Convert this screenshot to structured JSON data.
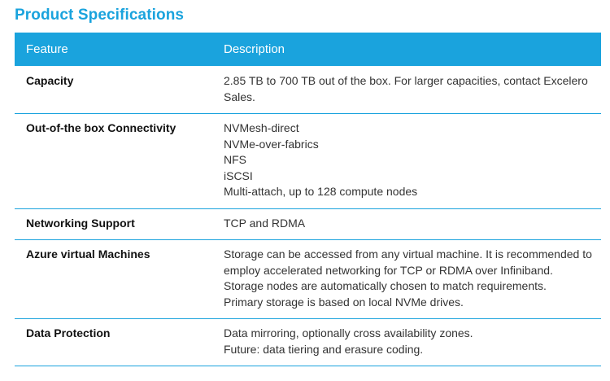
{
  "title": "Product Specifications",
  "table": {
    "headers": [
      "Feature",
      "Description"
    ],
    "rows": [
      {
        "feature": "Capacity",
        "lines": [
          "2.85 TB to 700 TB out of the box. For larger capacities, contact Excelero Sales."
        ]
      },
      {
        "feature": "Out-of-the box Connectivity",
        "lines": [
          "NVMesh-direct",
          "NVMe-over-fabrics",
          "NFS",
          "iSCSI",
          "Multi-attach, up to 128 compute nodes"
        ]
      },
      {
        "feature": "Networking Support",
        "lines": [
          "TCP and RDMA"
        ]
      },
      {
        "feature": "Azure virtual Machines",
        "lines": [
          "Storage can be accessed from any virtual machine. It is recommended to employ accelerated networking for TCP or RDMA over Infiniband.",
          "Storage nodes are automatically chosen to match requirements.",
          "Primary storage is based on local NVMe drives."
        ]
      },
      {
        "feature": "Data Protection",
        "lines": [
          "Data mirroring, optionally cross availability zones.",
          "Future: data tiering and erasure coding."
        ]
      }
    ]
  },
  "colors": {
    "accent": "#1aa3dd"
  }
}
